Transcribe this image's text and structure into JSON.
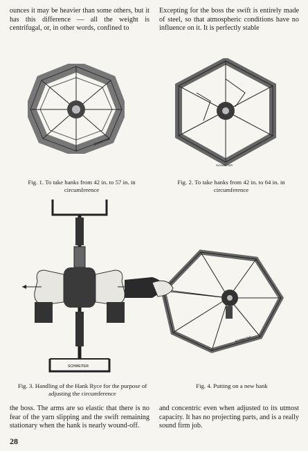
{
  "text": {
    "top_left": "ounces it may be heavier than some others, but it has this difference — all the weight is centrifugal, or, in other words, confined to",
    "top_right": "Excepting for the boss the swift is entirely made of steel, so that atmospheric conditions have no influence on it. It is perfectly stable",
    "bottom_left": "the boss. The arms are so elastic that there is no fear of the yarn slipping and the swift remaining stationary when the hank is nearly wound-off.",
    "bottom_right": "and concentric even when adjusted to its utmost capacity. It has no projecting parts, and is a really sound firm job."
  },
  "figures": {
    "fig1": {
      "caption": "Fig. 1. To take hanks from 42 in. to 57 in. in circumference",
      "maker_mark": "SCHWEITER"
    },
    "fig2": {
      "caption": "Fig. 2. To take hanks from 42 in. to 64 in. in circumference",
      "maker_mark": "SCHWEITER"
    },
    "fig3": {
      "caption": "Fig. 3. Handling of the Hank Ryce for the purpose of adjusting the circumference",
      "maker_mark": "SCHWEITER"
    },
    "fig4": {
      "caption": "Fig. 4. Putting on a new hank",
      "maker_mark": "SCHWEITER"
    }
  },
  "page_number": "28",
  "colors": {
    "ink": "#1a1a1a",
    "paper": "#f7f5ef",
    "frame_light": "#cfcfcf",
    "frame_dark": "#555555"
  }
}
